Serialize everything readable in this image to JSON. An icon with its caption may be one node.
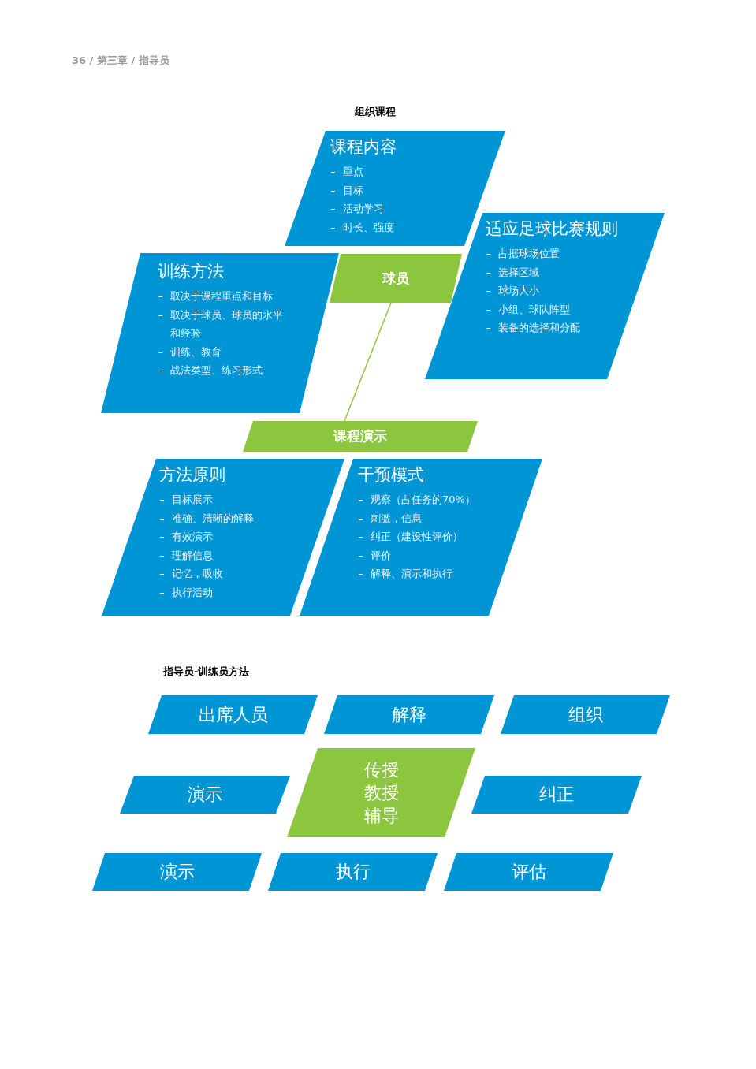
{
  "diagram": {
    "nodes": [
      {
        "text": [
          "课程内容",
          "重点",
          "目标",
          "活动学习",
          "时长、强度"
        ]
      },
      {
        "text": [
          "适应足球比赛规则",
          "占据球场位置",
          "选择区域",
          "球场大小",
          "小组、球队阵型",
          "装备的选择和分配"
        ]
      },
      {
        "text": [
          "训练方法",
          "取决于课程重点和目标",
          "取决于球员、球员的水平和经验",
          "训练、教育",
          "战法类型、练习形式"
        ]
      },
      {
        "text": [
          "球员"
        ]
      },
      {
        "text": [
          "课程演示"
        ]
      },
      {
        "text": [
          "方法原则",
          "目标展示",
          "准确、清晰的解释",
          "有效演示",
          "理解信息",
          "记忆，吸收",
          "执行活动"
        ]
      },
      {
        "text": [
          "干预模式",
          "观察（占任务的70%）",
          "刺激，信息",
          "纠正（建设性评价）",
          "评价",
          "解释、演示和执行"
        ]
      },
      {
        "text": [
          "出席人员"
        ]
      },
      {
        "text": [
          "解释"
        ]
      },
      {
        "text": [
          "组织"
        ]
      },
      {
        "text": [
          "演示"
        ]
      },
      {
        "text": [
          "传授",
          "教授",
          "辅导"
        ]
      },
      {
        "text": [
          "纠正"
        ]
      },
      {
        "text": [
          "演示"
        ]
      },
      {
        "text": [
          "执行"
        ]
      },
      {
        "text": [
          "评估"
        ]
      }
    ],
    "edges": [
      {
        "from": 3,
        "to": 4,
        "arrow": "none"
      }
    ],
    "labels": [
      "36 / 第三章 / 指导员",
      "组织课程",
      "指导员-训练员方法"
    ]
  }
}
